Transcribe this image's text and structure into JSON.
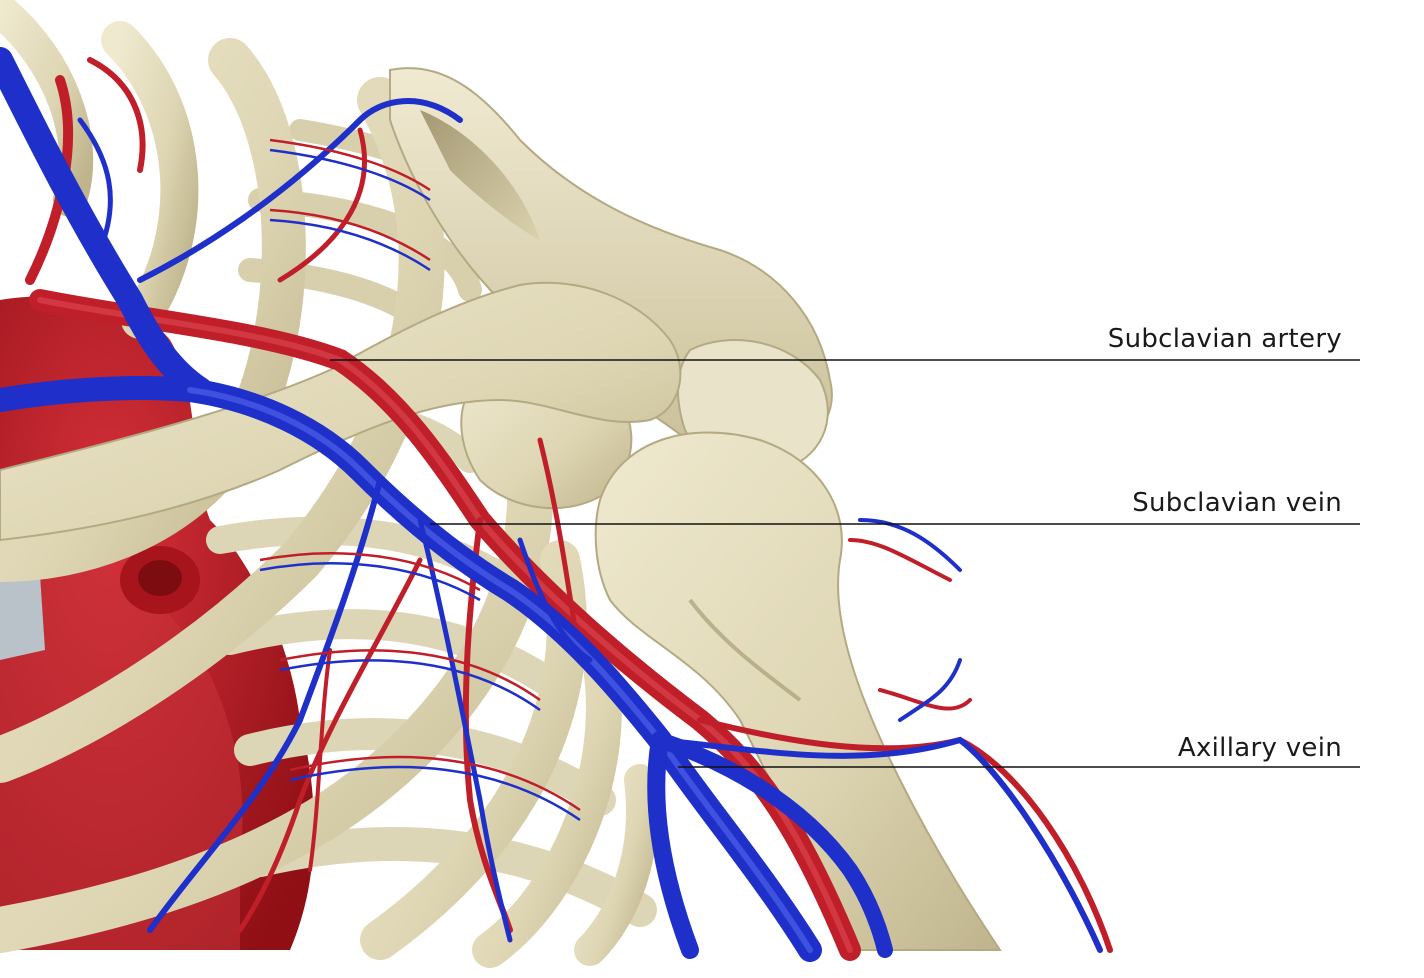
{
  "labels": [
    {
      "id": "subclavian-artery",
      "text": "Subclavian artery"
    },
    {
      "id": "subclavian-vein",
      "text": "Subclavian vein"
    },
    {
      "id": "axillary-vein",
      "text": "Axillary vein"
    }
  ],
  "colors": {
    "bone": "#e6e0c4",
    "bone_shadow": "#b7ad86",
    "artery": "#c01f2a",
    "artery_dark": "#8e1219",
    "vein": "#1f2fc9",
    "vein_dark": "#121b8a",
    "heart": "#b2161d",
    "background": "#ffffff",
    "leader_line": "#111111"
  }
}
